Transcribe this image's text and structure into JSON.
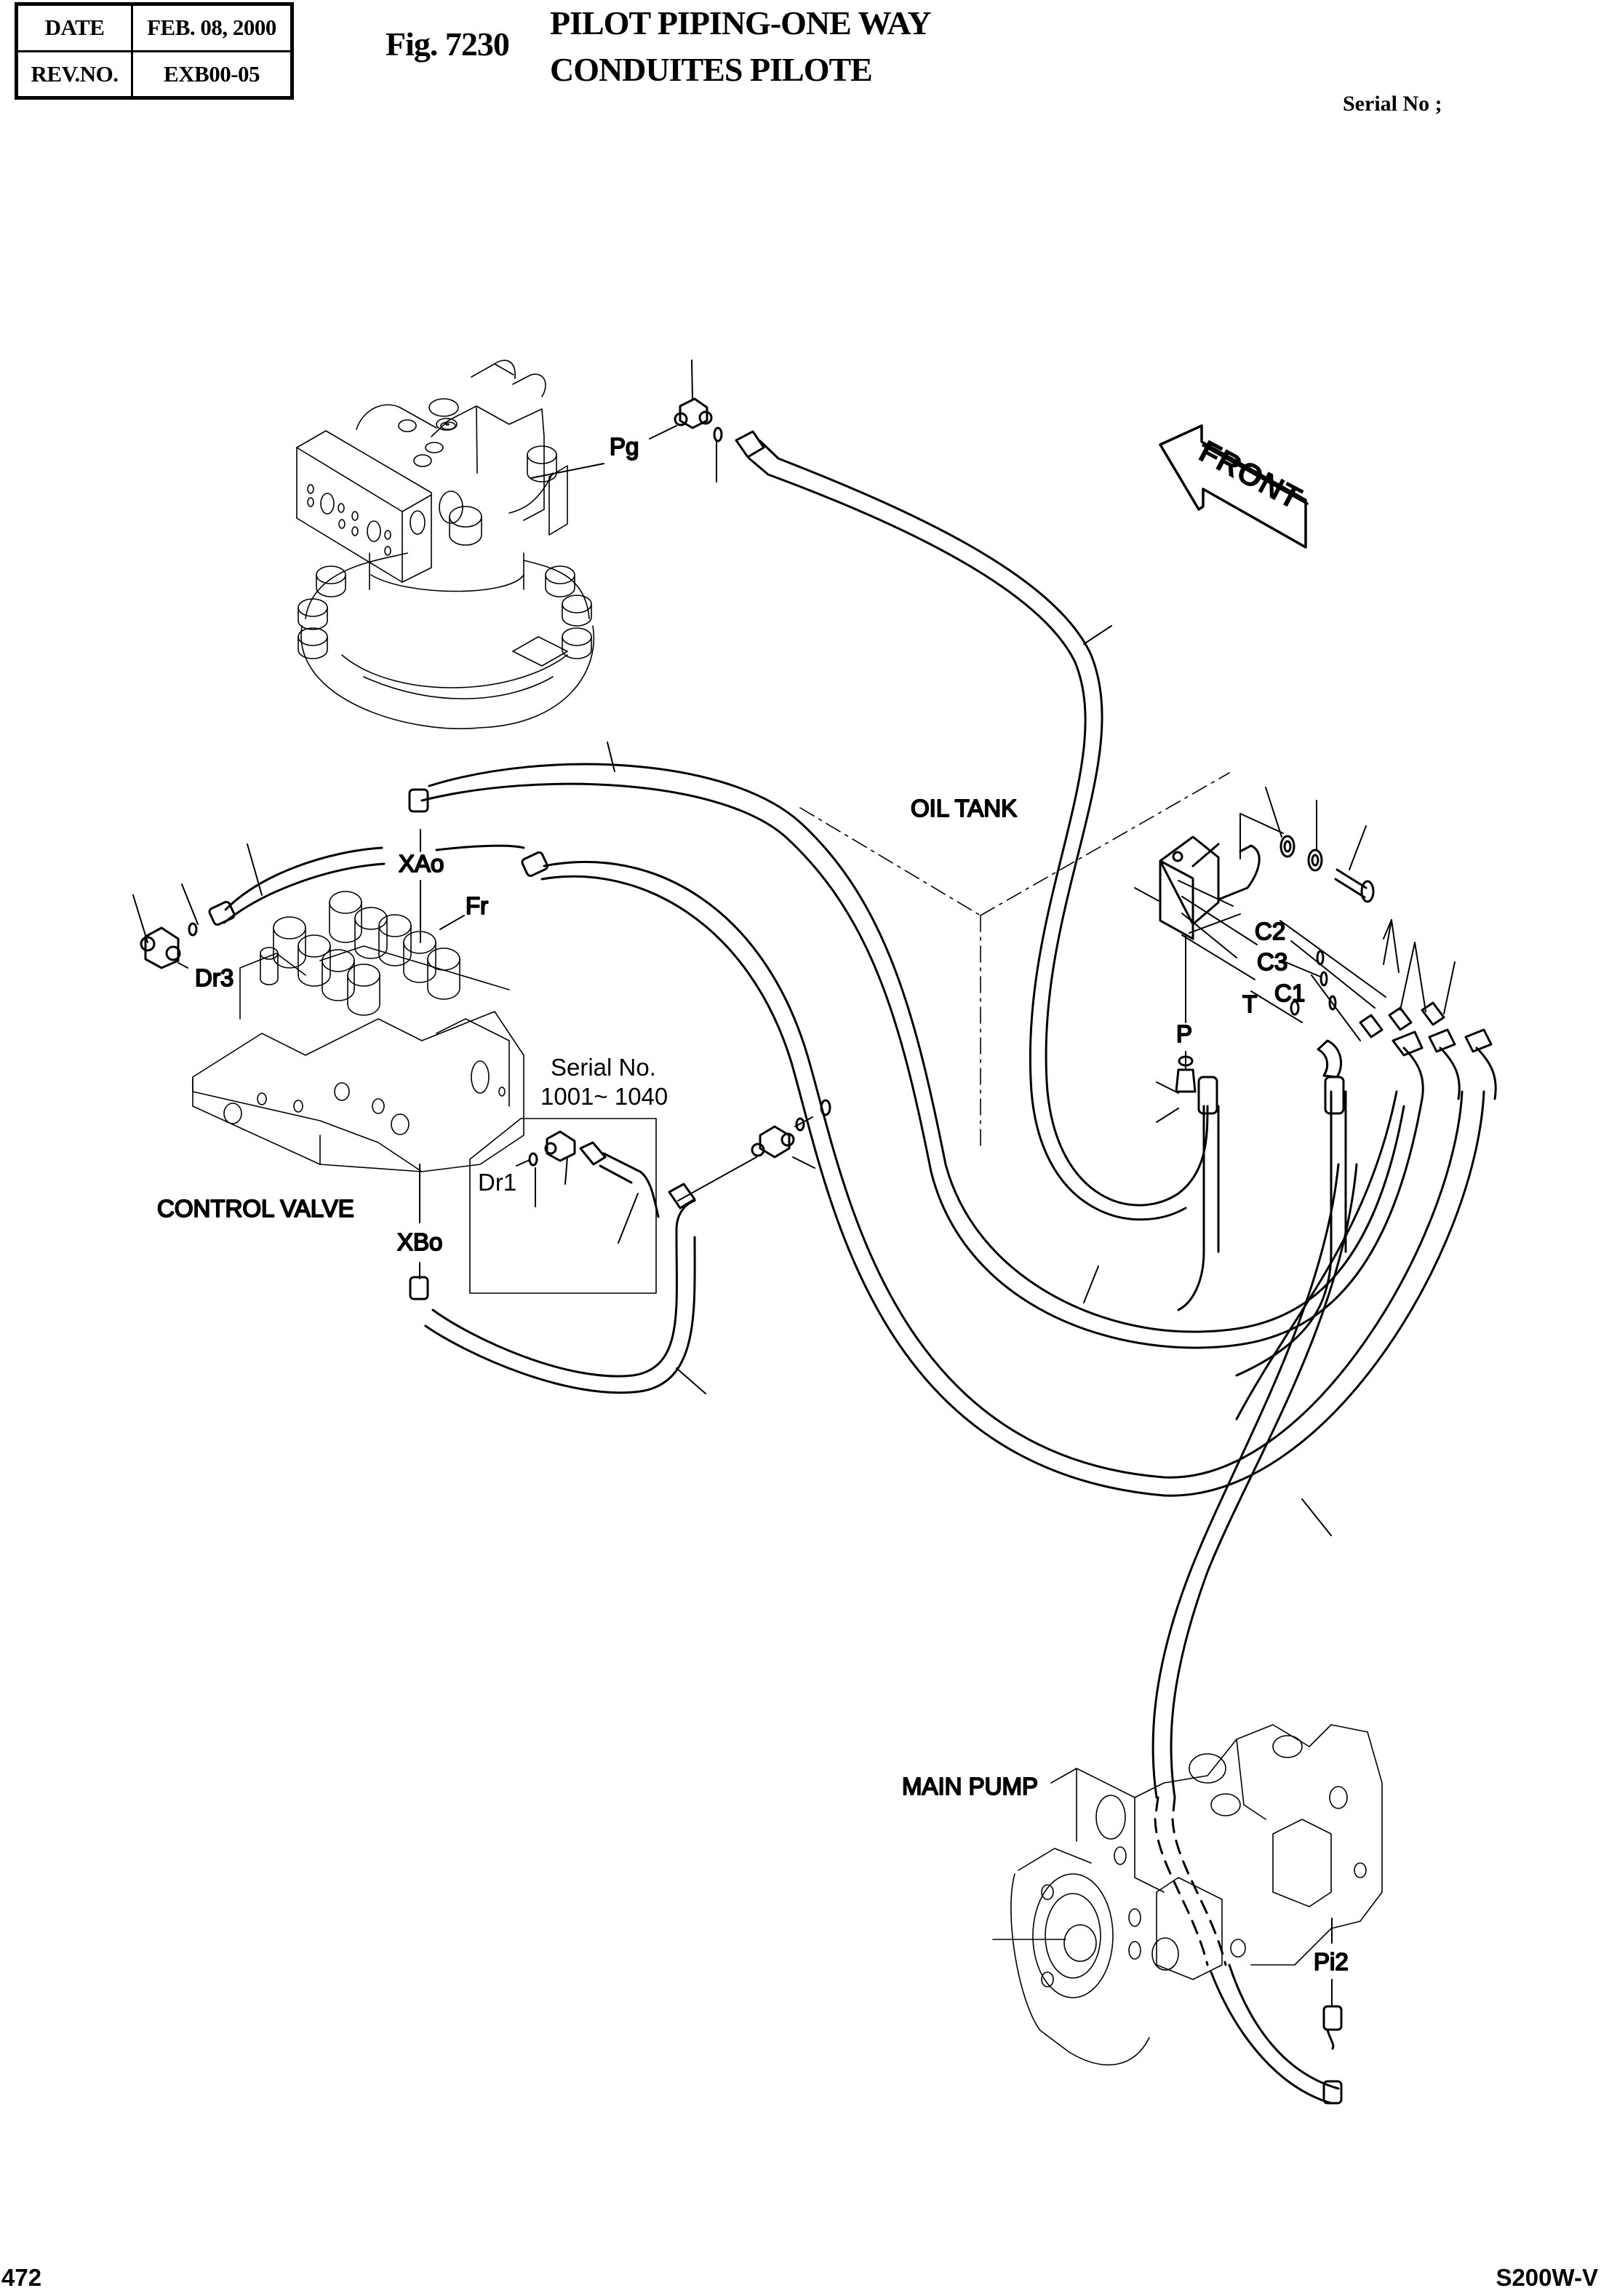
{
  "header": {
    "date_label": "DATE",
    "date_value": "FEB. 08, 2000",
    "rev_label": "REV.NO.",
    "rev_value": "EXB00-05",
    "figure_number": "Fig. 7230",
    "title_en": "PILOT PIPING-ONE WAY",
    "title_fr": "CONDUITES PILOTE",
    "serial_label": "Serial No ;"
  },
  "footer": {
    "page_number": "472",
    "model": "S200W-V"
  },
  "diagram": {
    "direction_arrow": "FRONT",
    "components": {
      "swing_motor_port": "Pg",
      "oil_tank": "OIL TANK",
      "control_valve": "CONTROL VALVE",
      "main_pump": "MAIN PUMP"
    },
    "ports": {
      "xao": "XAo",
      "xbo": "XBo",
      "fr": "Fr",
      "dr3": "Dr3",
      "dr1": "Dr1",
      "c1": "C1",
      "c2": "C2",
      "c3": "C3",
      "t": "T",
      "p": "P",
      "pi2": "Pi2"
    },
    "inset": {
      "serial_label": "Serial No.",
      "serial_range": "1001~ 1040"
    }
  }
}
